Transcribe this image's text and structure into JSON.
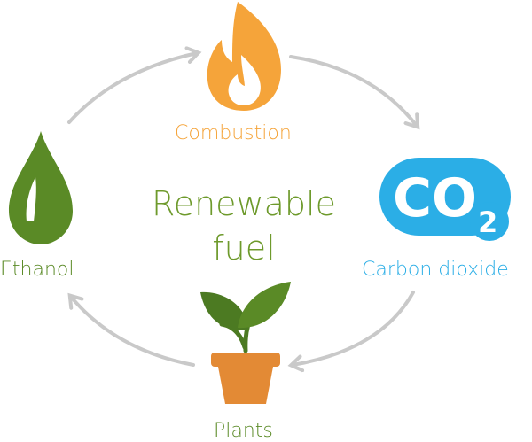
{
  "title": {
    "line1": "Renewable",
    "line2": "fuel"
  },
  "nodes": {
    "combustion": {
      "label": "Combustion",
      "icon": "flame-icon"
    },
    "carbon_dioxide": {
      "label": "Carbon dioxide",
      "icon": "co2-icon",
      "co2_main": "CO",
      "co2_sub": "2"
    },
    "plants": {
      "label": "Plants",
      "icon": "potted-plant-icon"
    },
    "ethanol": {
      "label": "Ethanol",
      "icon": "droplet-icon"
    }
  },
  "colors": {
    "orange": "#f5a43a",
    "blue": "#2baee6",
    "green": "#5a8a26",
    "pot": "#e38a35",
    "arrow": "#c9c9c9",
    "title": "#6e9a2c"
  }
}
